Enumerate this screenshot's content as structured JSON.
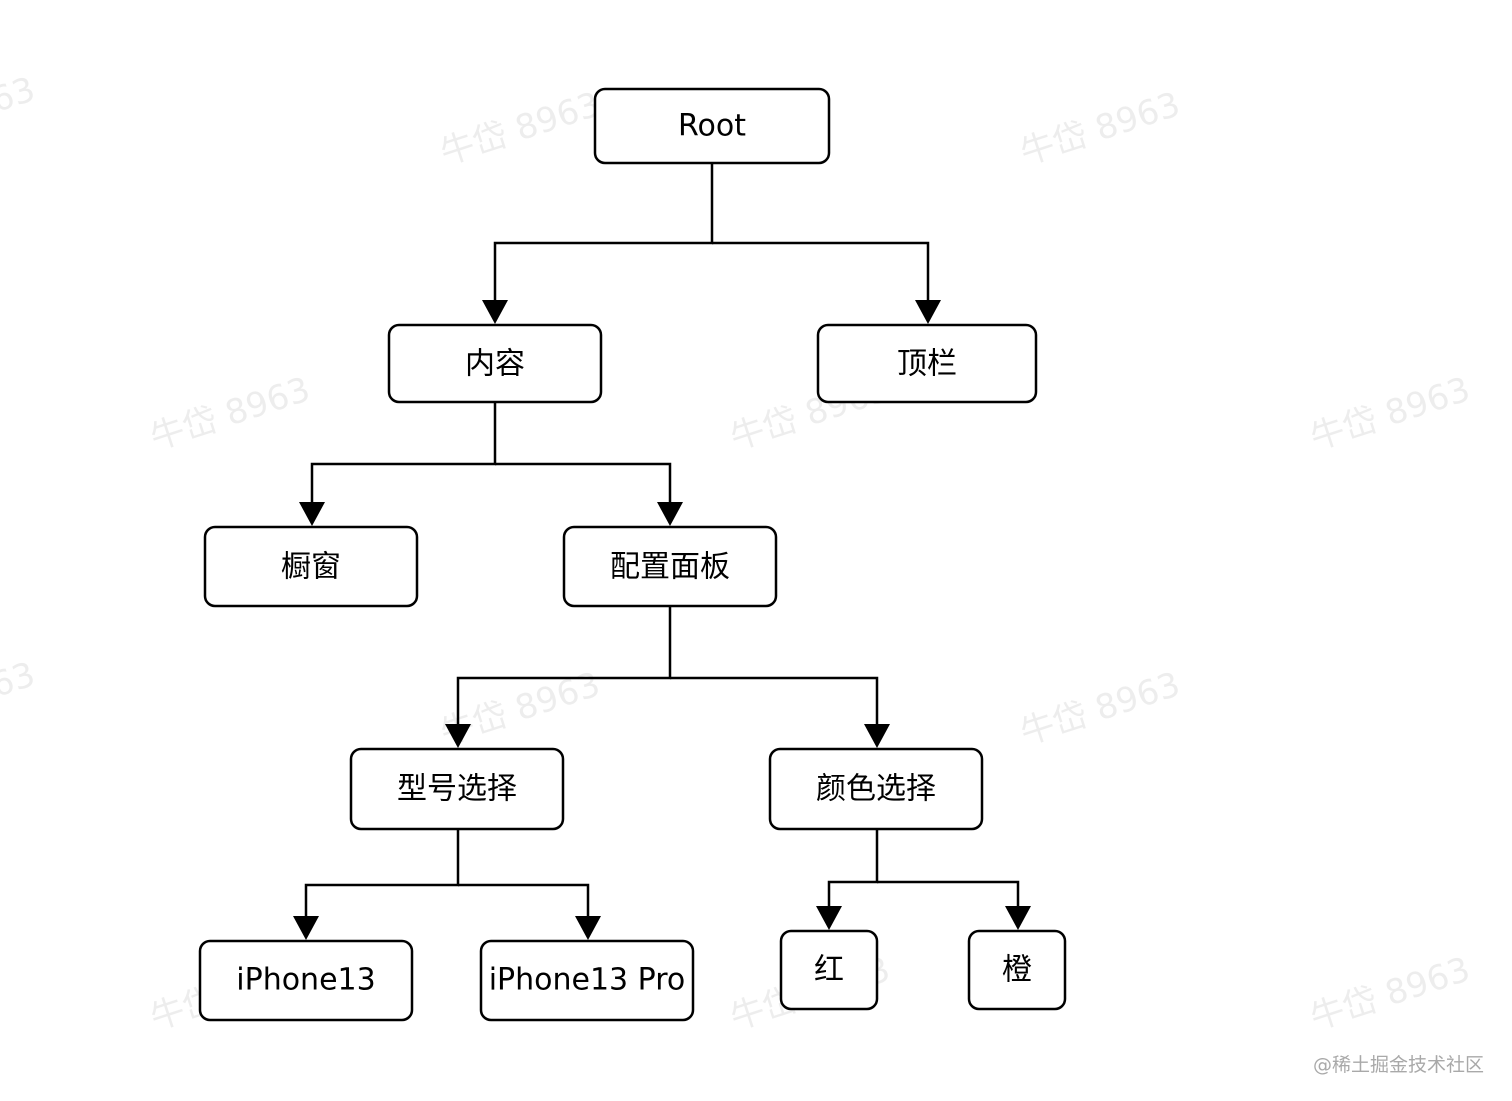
{
  "nodes": {
    "root": "Root",
    "content": "内容",
    "topbar": "顶栏",
    "showcase": "橱窗",
    "config_panel": "配置面板",
    "model_select": "型号选择",
    "color_select": "颜色选择",
    "iphone13": "iPhone13",
    "iphone13_pro": "iPhone13 Pro",
    "red": "红",
    "orange": "橙"
  },
  "edges": [
    [
      "root",
      "content"
    ],
    [
      "root",
      "topbar"
    ],
    [
      "content",
      "showcase"
    ],
    [
      "content",
      "config_panel"
    ],
    [
      "config_panel",
      "model_select"
    ],
    [
      "config_panel",
      "color_select"
    ],
    [
      "model_select",
      "iphone13"
    ],
    [
      "model_select",
      "iphone13_pro"
    ],
    [
      "color_select",
      "red"
    ],
    [
      "color_select",
      "orange"
    ]
  ],
  "watermark": "牛岱 8963",
  "credit": "@稀土掘金技术社区",
  "colors": {
    "stroke": "#000000",
    "background": "#ffffff",
    "credit": "#a9a9a9"
  }
}
